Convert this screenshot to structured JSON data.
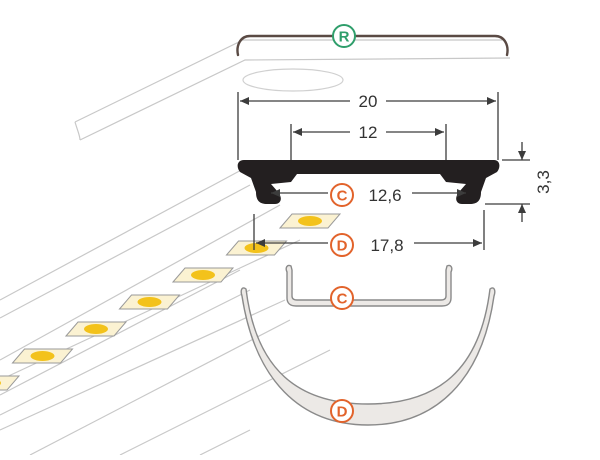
{
  "colors": {
    "profile": "#231f20",
    "dimension": "#3c3c3c",
    "ghost_line": "#c8c8c8",
    "diffuser_fill": "#ece9e6",
    "diffuser_stroke": "#8a8a8a",
    "cover_r": "#5a4a44",
    "badge_r": "#2f9e6b",
    "badge_cd": "#e2632b",
    "led_chip": "#f3c21b",
    "led_pad": "#fbf2d2"
  },
  "labels": {
    "cover_r": "R",
    "clip_c": "C",
    "clip_d": "D",
    "diffuser_c": "C",
    "diffuser_d": "D"
  },
  "dimensions": {
    "total_width": "20",
    "inner_width": "12",
    "height": "3,3",
    "c_width": "12,6",
    "d_width": "17,8"
  }
}
